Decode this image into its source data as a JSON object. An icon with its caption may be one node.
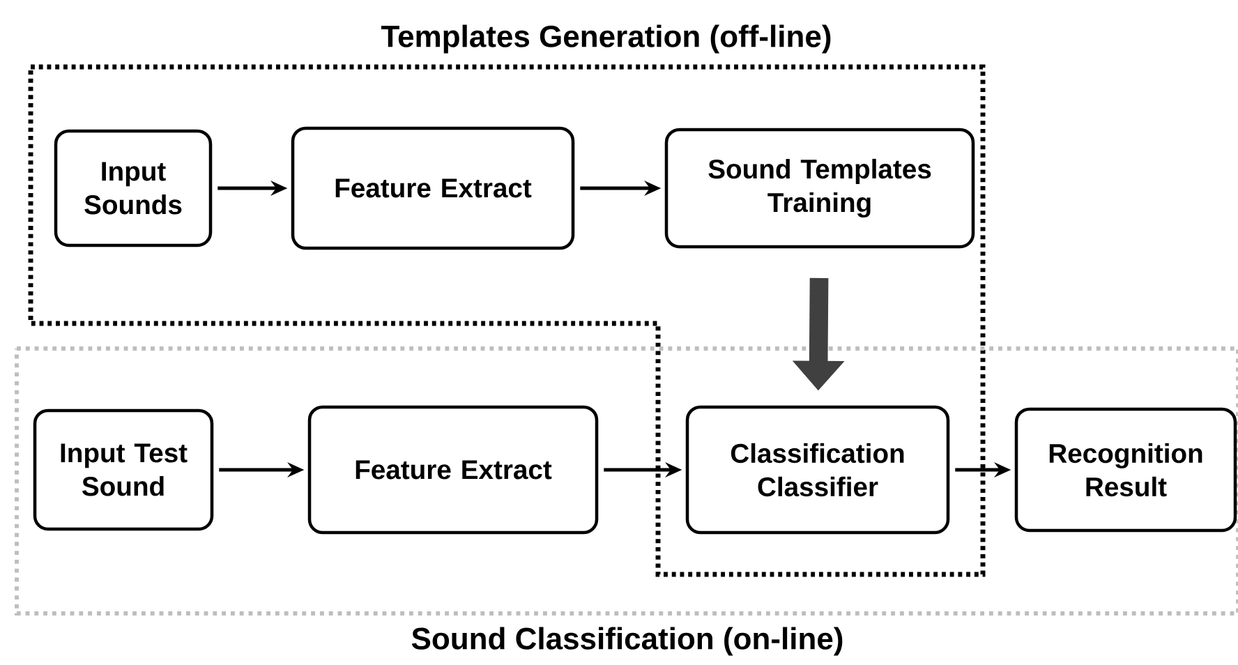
{
  "diagram": {
    "nodes": [
      {
        "text": [
          "Templates Generation (off-line)"
        ]
      },
      {
        "text": [
          "Input Sounds"
        ],
        "in": 0
      },
      {
        "text": [
          "Feature Extract"
        ],
        "in": 0
      },
      {
        "text": [
          "Sound Templates Training"
        ],
        "in": 0
      },
      {
        "text": [
          "Sound Classification (on-line)"
        ]
      },
      {
        "text": [
          "Input Test Sound"
        ],
        "in": 4
      },
      {
        "text": [
          "Feature Extract"
        ],
        "in": 4
      },
      {
        "text": [
          "Classification Classifier"
        ]
      },
      {
        "text": [
          "Recognition Result"
        ],
        "in": 4
      }
    ],
    "edges": [
      {
        "from": 1,
        "to": 2,
        "arrow": "to"
      },
      {
        "from": 2,
        "to": 3,
        "arrow": "to"
      },
      {
        "from": 3,
        "to": 7,
        "arrow": "to",
        "style": "thick",
        "color": "#404040"
      },
      {
        "from": 5,
        "to": 6,
        "arrow": "to"
      },
      {
        "from": 6,
        "to": 7,
        "arrow": "to"
      },
      {
        "from": 7,
        "to": 8,
        "arrow": "to"
      }
    ]
  }
}
